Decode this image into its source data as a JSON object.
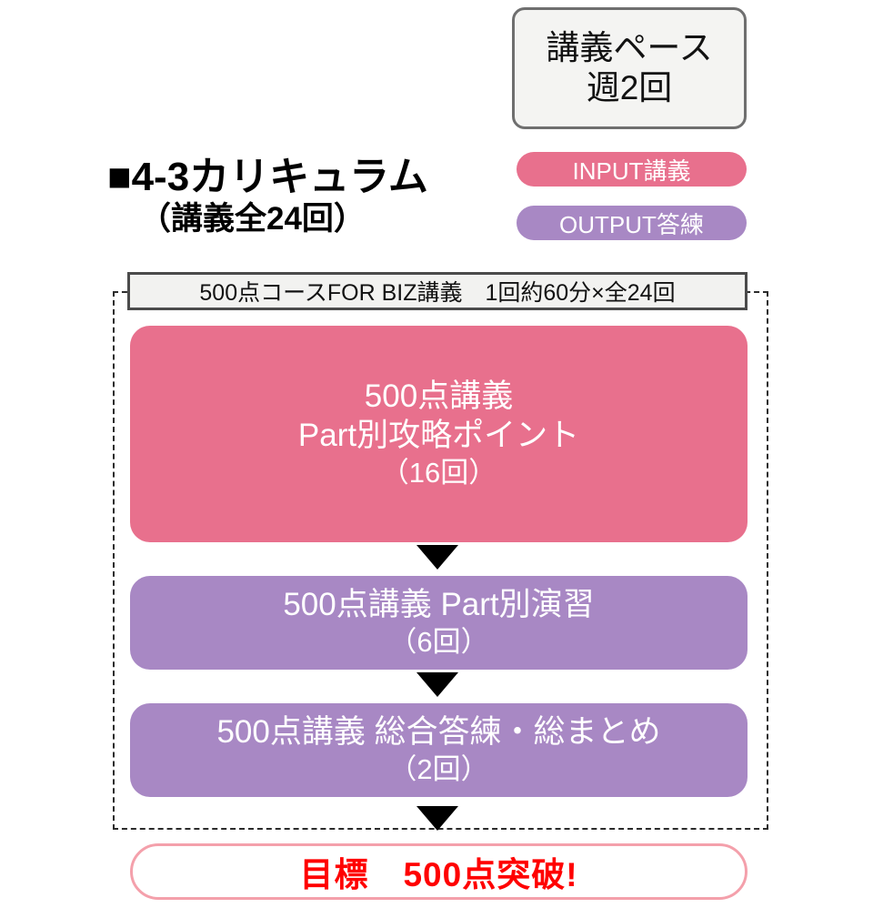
{
  "pace_box": {
    "line1": "講義ペース",
    "line2": "週2回"
  },
  "legend": {
    "input_label": "INPUT講義",
    "output_label": "OUTPUT答練",
    "input_color": "#e8708d",
    "output_color": "#a888c4"
  },
  "title": {
    "heading": "■4-3カリキュラム",
    "subheading": "（講義全24回）"
  },
  "course_header": {
    "label": "500点コースFOR BIZ講義　1回約60分×全24回"
  },
  "stages": [
    {
      "id": "input",
      "line1": "500点講義",
      "line2": "Part別攻略ポイント",
      "count": "（16回）",
      "color": "#e8708d",
      "type": "INPUT講義"
    },
    {
      "id": "practice",
      "line1": "500点講義 Part別演習",
      "count": "（6回）",
      "color": "#a888c4",
      "type": "OUTPUT答練"
    },
    {
      "id": "review",
      "line1": "500点講義 総合答練・総まとめ",
      "count": "（2回）",
      "color": "#a888c4",
      "type": "OUTPUT答練"
    }
  ],
  "goal": {
    "label": "目標　500点突破!",
    "color": "#ff0000"
  }
}
